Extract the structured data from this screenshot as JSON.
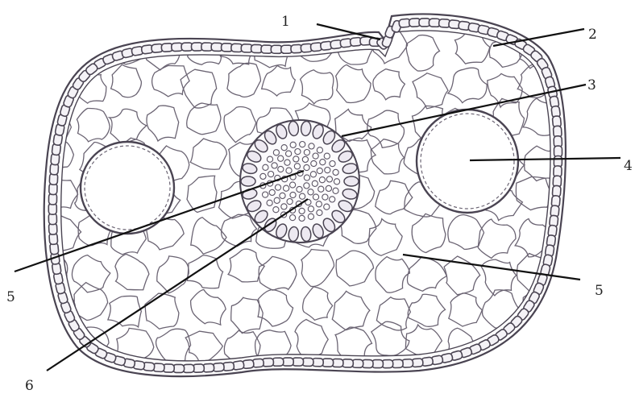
{
  "labels": {
    "l1": "1",
    "l2": "2",
    "l3": "3",
    "l4": "4",
    "l5a": "5",
    "l5b": "5",
    "l6": "6"
  },
  "colors": {
    "outline": "#4a4452",
    "cell_wall": "#6b6473",
    "leader": "#111111",
    "background": "#ffffff"
  }
}
